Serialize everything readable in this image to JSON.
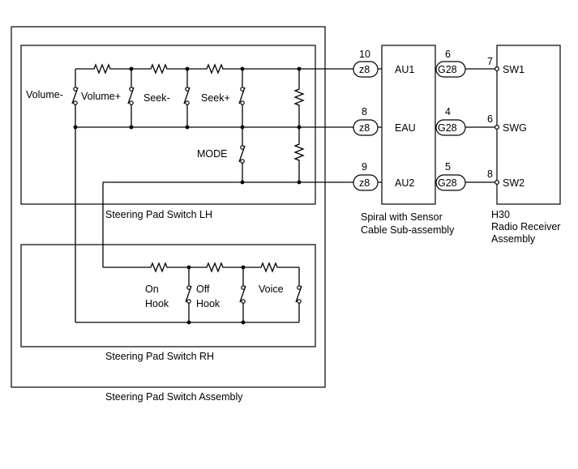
{
  "assembly": {
    "label": "Steering Pad Switch Assembly",
    "lh": {
      "label": "Steering Pad Switch LH",
      "switches": [
        "Volume-",
        "Volume+",
        "Seek-",
        "Seek+"
      ],
      "mode_label": "MODE"
    },
    "rh": {
      "label": "Steering Pad Switch RH",
      "on_hook": [
        "On",
        "Hook"
      ],
      "off_hook": [
        "Off",
        "Hook"
      ],
      "voice": "Voice"
    }
  },
  "spiral": {
    "label_line1": "Spiral with Sensor",
    "label_line2": "Cable Sub-assembly",
    "pins": [
      {
        "name": "AU1",
        "left_num": "10",
        "left_conn": "z8",
        "right_num": "6",
        "right_conn": "G28"
      },
      {
        "name": "EAU",
        "left_num": "8",
        "left_conn": "z8",
        "right_num": "4",
        "right_conn": "G28"
      },
      {
        "name": "AU2",
        "left_num": "9",
        "left_conn": "z8",
        "right_num": "5",
        "right_conn": "G28"
      }
    ]
  },
  "radio": {
    "code": "H30",
    "label_line1": "Radio Receiver",
    "label_line2": "Assembly",
    "pins": [
      {
        "name": "SW1",
        "num": "7"
      },
      {
        "name": "SWG",
        "num": "6"
      },
      {
        "name": "SW2",
        "num": "8"
      }
    ]
  }
}
